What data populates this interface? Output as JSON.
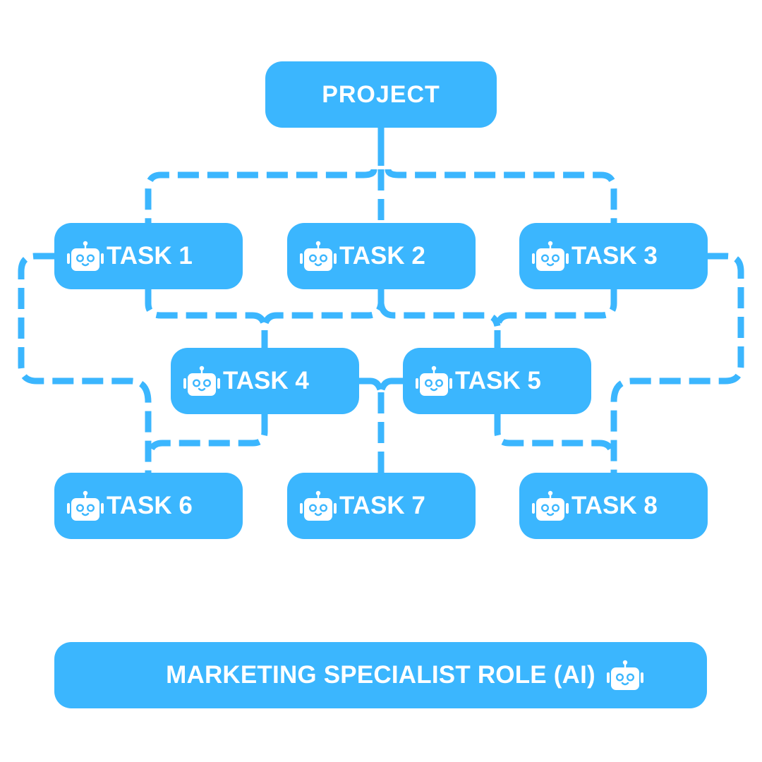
{
  "diagram": {
    "accent_color": "#3bb6fe",
    "root": {
      "id": "project",
      "label": "PROJECT"
    },
    "tasks": [
      {
        "id": "task1",
        "label": "TASK 1",
        "icon": "robot-icon"
      },
      {
        "id": "task2",
        "label": "TASK 2",
        "icon": "robot-icon"
      },
      {
        "id": "task3",
        "label": "TASK 3",
        "icon": "robot-icon"
      },
      {
        "id": "task4",
        "label": "TASK 4",
        "icon": "robot-icon"
      },
      {
        "id": "task5",
        "label": "TASK 5",
        "icon": "robot-icon"
      },
      {
        "id": "task6",
        "label": "TASK 6",
        "icon": "robot-icon"
      },
      {
        "id": "task7",
        "label": "TASK 7",
        "icon": "robot-icon"
      },
      {
        "id": "task8",
        "label": "TASK 8",
        "icon": "robot-icon"
      }
    ],
    "edges": [
      {
        "from": "project",
        "to": "task1",
        "style": "dashed"
      },
      {
        "from": "project",
        "to": "task2",
        "style": "dashed"
      },
      {
        "from": "project",
        "to": "task3",
        "style": "dashed"
      },
      {
        "from": "task1",
        "to": "task4",
        "style": "dashed"
      },
      {
        "from": "task2",
        "to": "task4",
        "style": "dashed"
      },
      {
        "from": "task2",
        "to": "task5",
        "style": "dashed"
      },
      {
        "from": "task3",
        "to": "task5",
        "style": "dashed"
      },
      {
        "from": "task1",
        "to": "task6",
        "style": "dashed"
      },
      {
        "from": "task4",
        "to": "task6",
        "style": "dashed"
      },
      {
        "from": "task4",
        "to": "task7",
        "style": "dashed"
      },
      {
        "from": "task5",
        "to": "task7",
        "style": "dashed"
      },
      {
        "from": "task5",
        "to": "task8",
        "style": "dashed"
      },
      {
        "from": "task3",
        "to": "task8",
        "style": "dashed"
      }
    ],
    "role": {
      "label": "MARKETING SPECIALIST ROLE (AI)",
      "icon": "robot-icon"
    }
  }
}
